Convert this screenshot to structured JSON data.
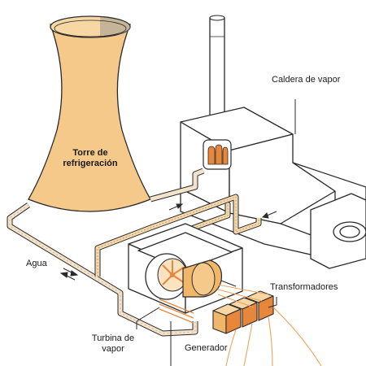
{
  "labels": {
    "cooling_tower": "Torre de refrigeración",
    "boiler": "Caldera de vapor",
    "water": "Agua",
    "steam_turbine": "Turbina de vapor",
    "generator": "Generador",
    "transformers": "Transformadores"
  },
  "colors": {
    "tower_fill": "#f5c98a",
    "pipe_fill": "#f3d9b0",
    "heat_orange": "#e8863a",
    "generator_fill": "#f0b76a",
    "line": "#2a2a2a",
    "power_line": "#f0a25a"
  }
}
